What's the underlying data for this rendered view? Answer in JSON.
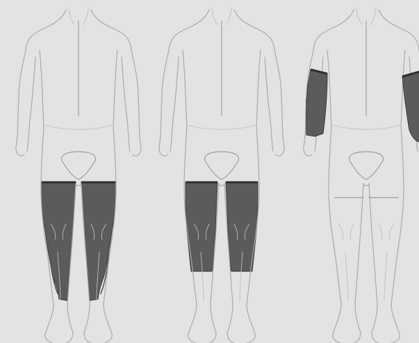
{
  "figures": [
    {
      "garment": "leg-warmers",
      "fill_color": "#5b5b5b"
    },
    {
      "garment": "knee-warmers",
      "fill_color": "#5b5b5b"
    },
    {
      "garment": "arm-warmers",
      "fill_color": "#5b5b5b"
    }
  ],
  "colors": {
    "background": "#e3e3e3",
    "outline": "#a9a9a9",
    "garment": "#5b5b5b",
    "band": "#2e2e2e"
  }
}
